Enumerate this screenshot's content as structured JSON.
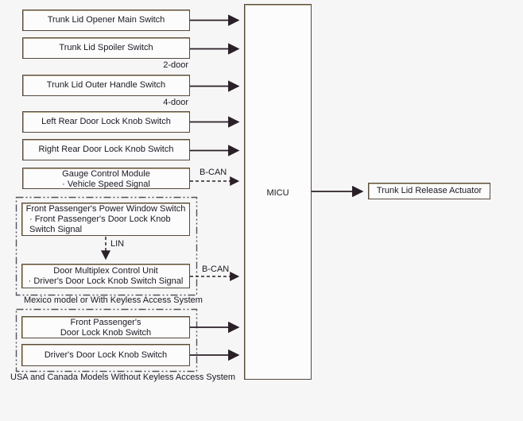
{
  "diagram": {
    "micu": {
      "label": "MICU"
    },
    "actuator": {
      "label": "Trunk Lid Release Actuator"
    },
    "switch_boxes": [
      {
        "label": "Trunk Lid Opener Main Switch"
      },
      {
        "label": "Trunk Lid Spoiler Switch"
      },
      {
        "label": "Trunk Lid Outer Handle Switch"
      },
      {
        "label": "Left Rear Door Lock Knob Switch"
      },
      {
        "label": "Right Rear Door Lock Knob Switch"
      }
    ],
    "variant_notes": {
      "two_door": "2-door",
      "four_door": "4-door"
    },
    "gauge_module": {
      "title": "Gauge Control Module",
      "signal": "· Vehicle Speed Signal"
    },
    "bus_labels": {
      "gauge_bcan": "B-CAN",
      "lin": "LIN",
      "multiplex_bcan": "B-CAN"
    },
    "keyless_group": {
      "power_window_switch": {
        "title": "Front Passenger's Power Window Switch",
        "signal_line1": "· Front Passenger's Door Lock Knob",
        "signal_line2": "Switch Signal"
      },
      "door_multiplex_unit": {
        "title": "Door Multiplex Control Unit",
        "signal": "· Driver's Door Lock Knob Switch Signal"
      },
      "caption": "Mexico model or With Keyless Access System"
    },
    "non_keyless_group": {
      "front_passenger_switch": {
        "line1": "Front Passenger's",
        "line2": "Door Lock Knob Switch"
      },
      "driver_switch": {
        "label": "Driver's Door Lock Knob Switch"
      },
      "caption": "USA and Canada Models Without Keyless Access System"
    },
    "colors": {
      "background": "#f6f6f6",
      "box_fill": "#fcfcfc",
      "box_border": "#55493e",
      "box_inner_highlight": "#b9ab8e",
      "arrow": "#2a2028",
      "text": "#1b1722",
      "group_border": "#54525a"
    }
  }
}
